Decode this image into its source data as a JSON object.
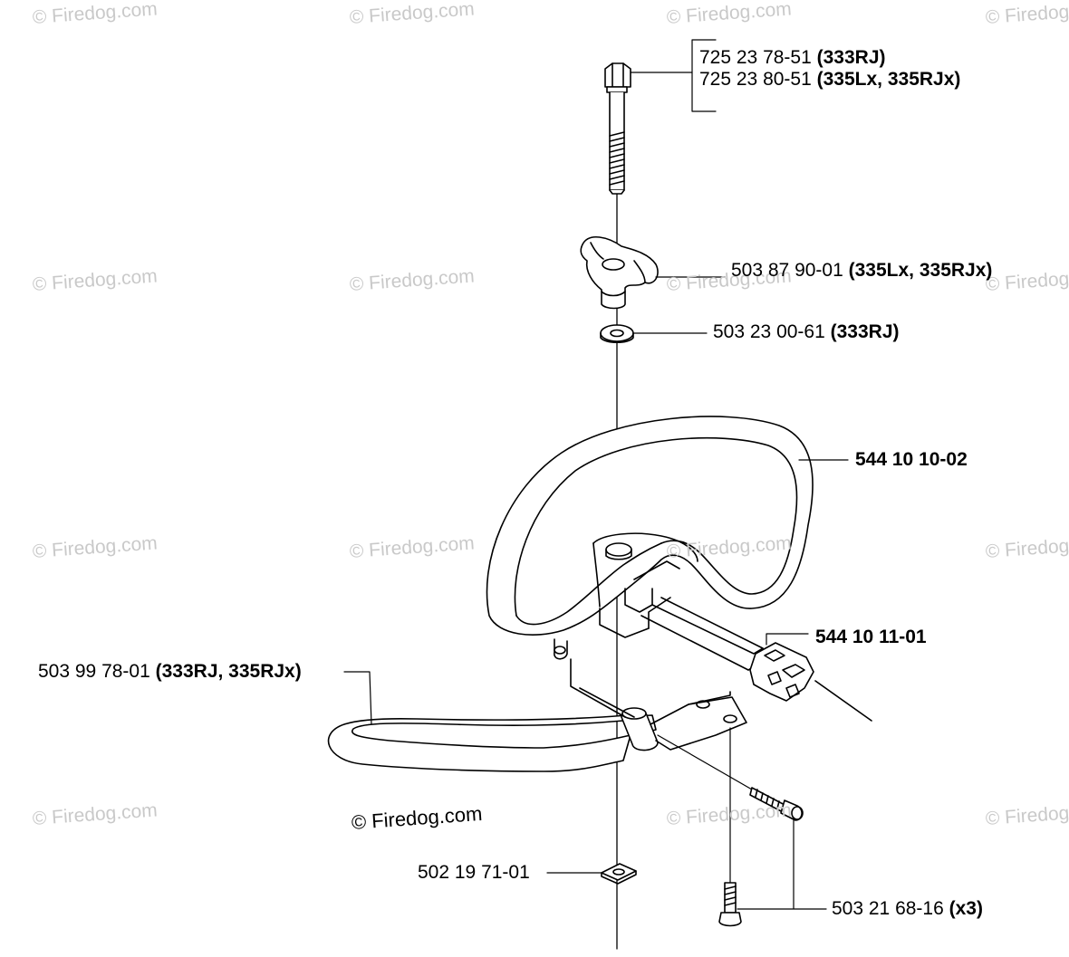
{
  "watermark_text": "© Firedog.com",
  "copyright_text": "© Firedog.com",
  "callouts": [
    {
      "id": "bolt-333rj",
      "number": "725 23 78-51",
      "models": "(333RJ)"
    },
    {
      "id": "bolt-335",
      "number": "725 23 80-51",
      "models": "(335Lx, 335RJx)"
    },
    {
      "id": "wing-knob",
      "number": "503 87 90-01",
      "models": "(335Lx, 335RJx)"
    },
    {
      "id": "washer",
      "number": "503 23 00-61",
      "models": "(333RJ)"
    },
    {
      "id": "loop-handle",
      "number": "544 10 10-02",
      "models": ""
    },
    {
      "id": "bracket",
      "number": "544 10 11-01",
      "models": ""
    },
    {
      "id": "bar-guard",
      "number": "503 99 78-01",
      "models": "(333RJ, 335RJx)"
    },
    {
      "id": "square-nut",
      "number": "502 19 71-01",
      "models": ""
    },
    {
      "id": "screws",
      "number": "503 21 68-16",
      "models": "(x3)"
    }
  ],
  "colors": {
    "line": "#000000",
    "watermark": "#c9c9c9",
    "background": "#ffffff"
  }
}
